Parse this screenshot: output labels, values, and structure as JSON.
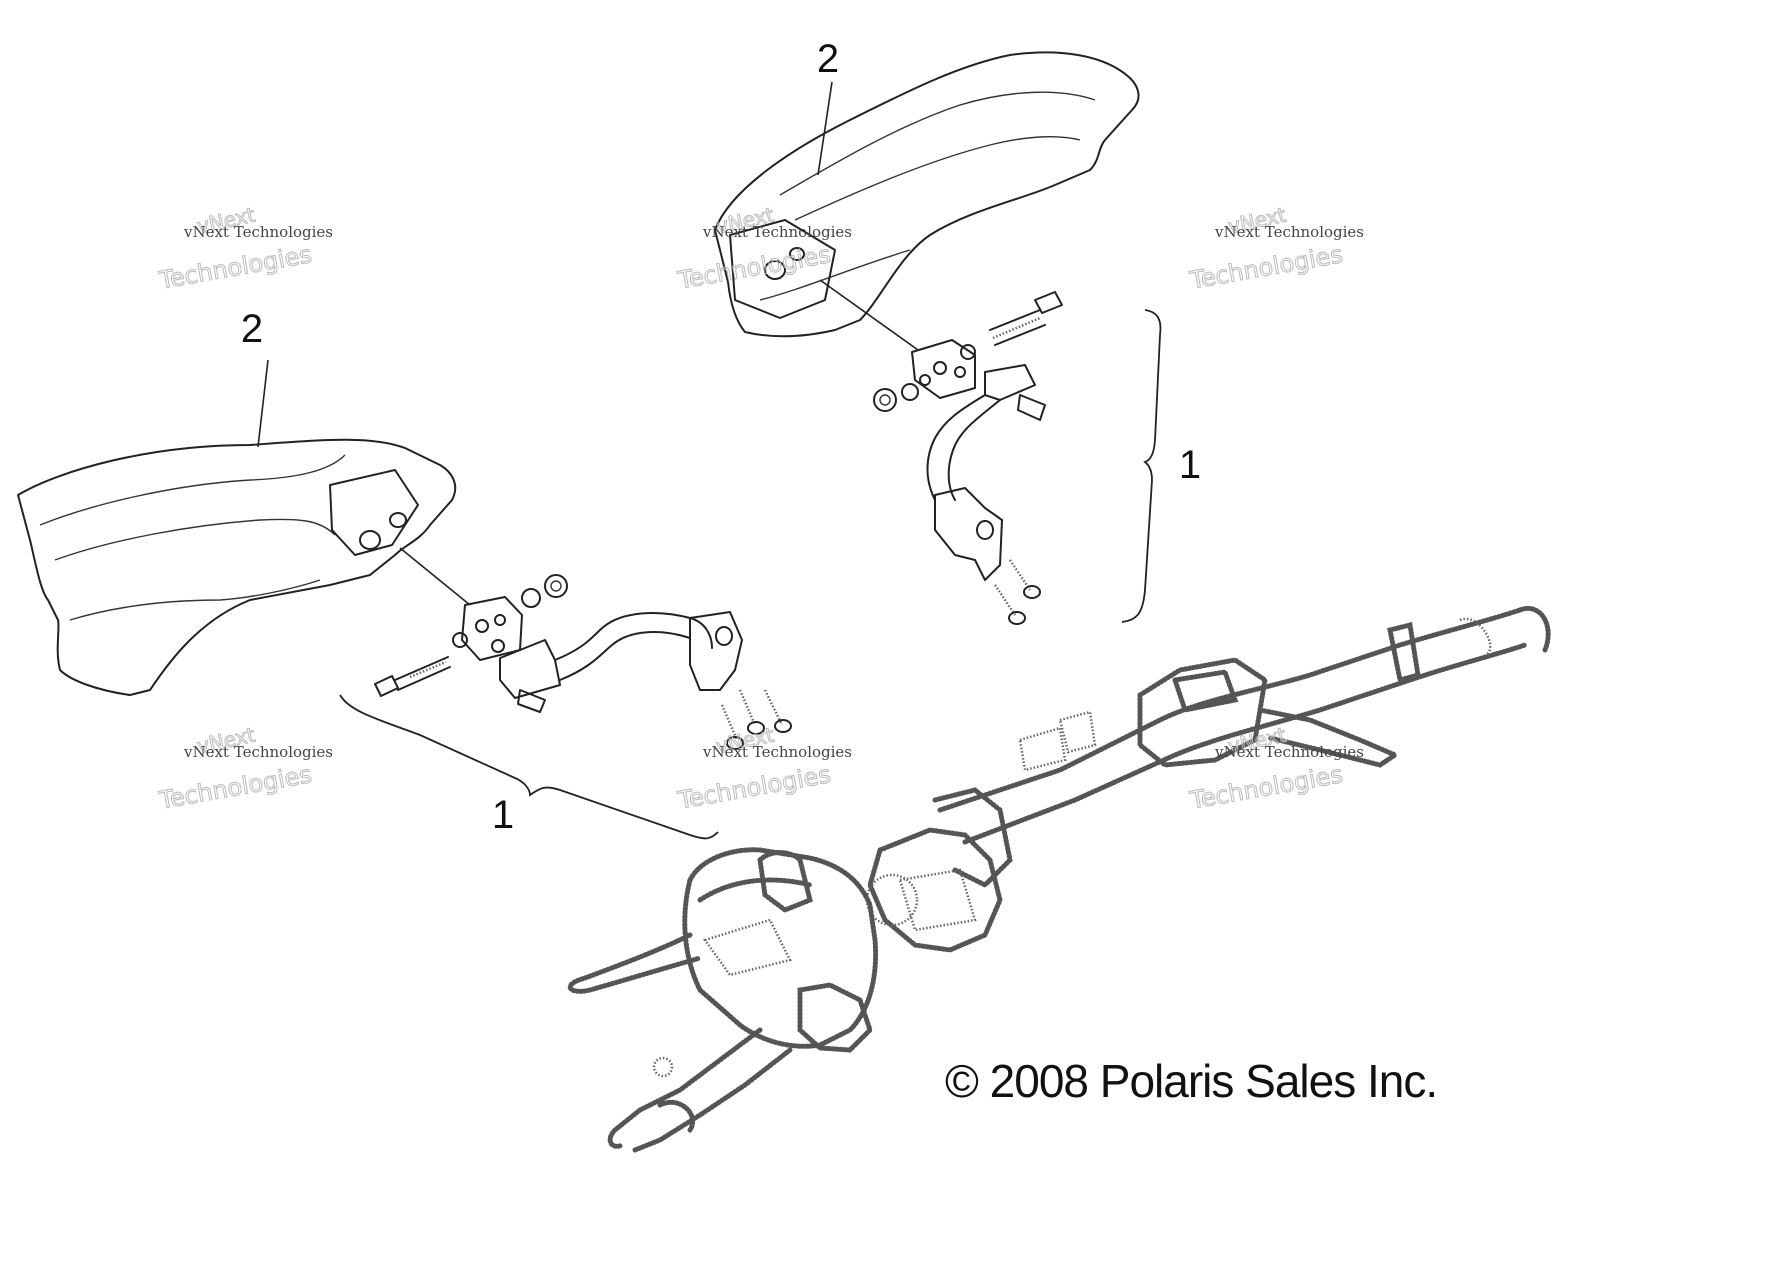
{
  "callouts": [
    {
      "label": "2"
    },
    {
      "label": "2"
    },
    {
      "label": "1"
    },
    {
      "label": "1"
    }
  ],
  "watermark": {
    "line_top": "vNext",
    "line_mid": "vNext Technologies",
    "line_big": "Technologies"
  },
  "copyright": "© 2008 Polaris Sales Inc."
}
